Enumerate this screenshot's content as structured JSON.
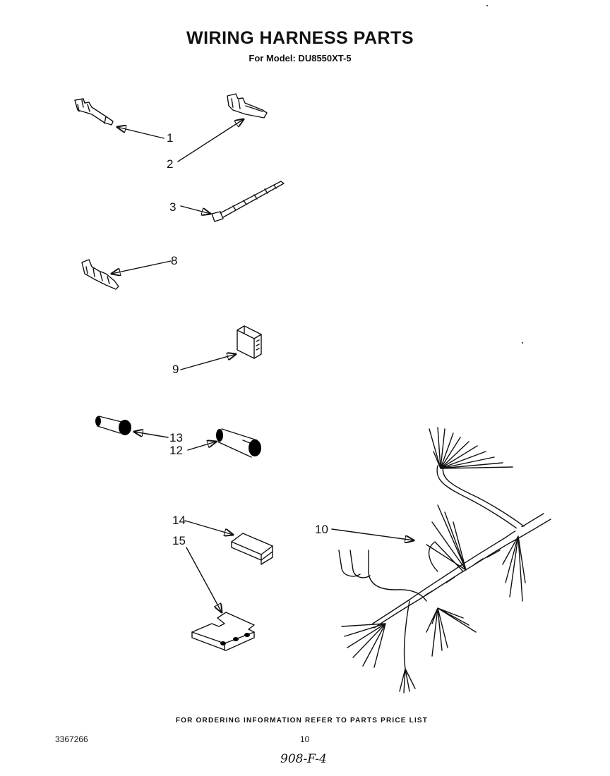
{
  "header": {
    "title": "WIRING HARNESS PARTS",
    "subtitle": "For Model: DU8550XT-5"
  },
  "callouts": {
    "c1": "1",
    "c2": "2",
    "c3": "3",
    "c8": "8",
    "c9": "9",
    "c13": "13",
    "c12": "12",
    "c10": "10",
    "c14": "14",
    "c15": "15"
  },
  "footer": {
    "ordering_note": "FOR ORDERING INFORMATION REFER TO PARTS PRICE LIST",
    "doc_number": "3367266",
    "page_number": "10",
    "handwritten_note": "908-F-4"
  }
}
